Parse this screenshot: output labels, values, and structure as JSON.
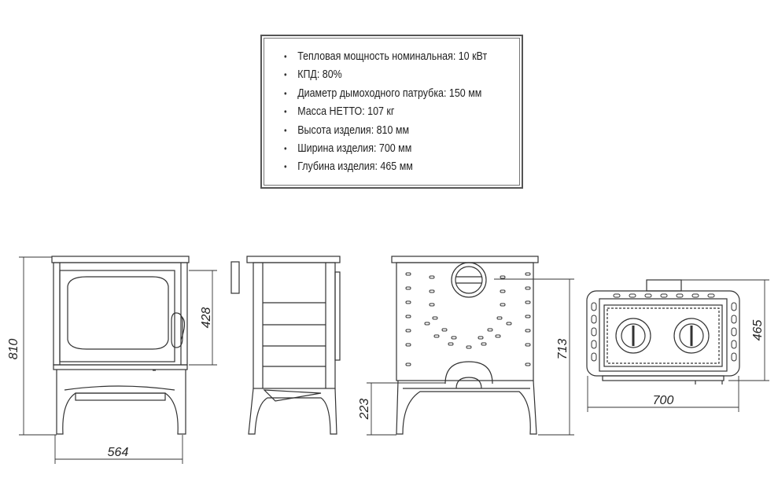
{
  "specs": [
    "Тепловая мощность номинальная: 10 кВт",
    "КПД: 80%",
    "Диаметр дымоходного патрубка: 150 мм",
    "Масса НЕТТО: 107 кг",
    "Высота изделия: 810 мм",
    "Ширина изделия: 700  мм",
    "Глубина изделия: 465 мм"
  ],
  "dimensions": {
    "front_height": "810",
    "door_height": "428",
    "front_width": "564",
    "back_height": "713",
    "flue_height": "223",
    "top_depth": "465",
    "top_width": "700"
  },
  "colors": {
    "line": "#333333",
    "text": "#222222"
  }
}
